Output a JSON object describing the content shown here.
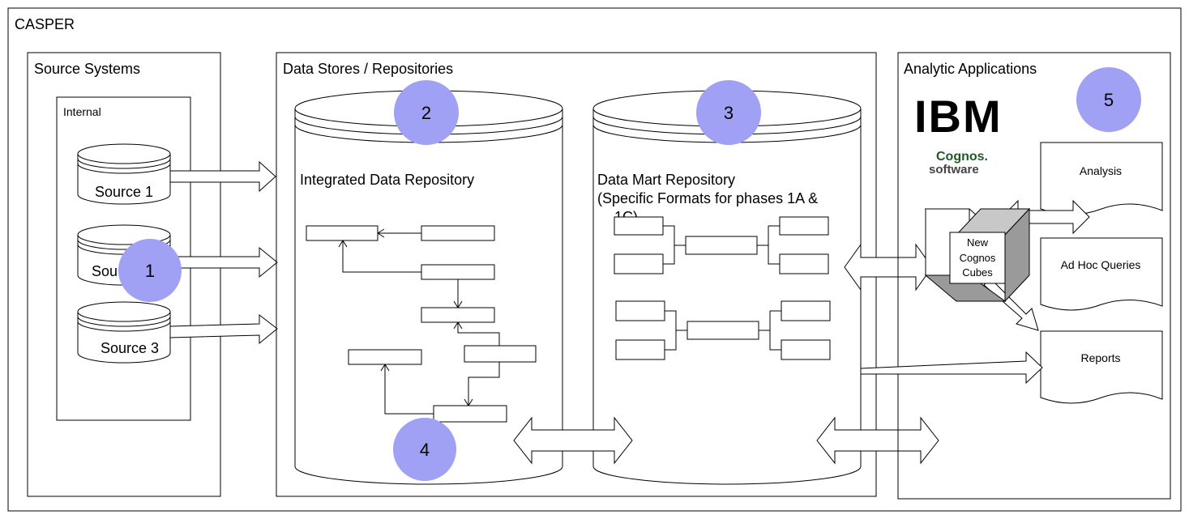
{
  "title": "CASPER",
  "sections": {
    "source_systems": "Source Systems",
    "internal": "Internal",
    "data_stores": "Data Stores / Repositories",
    "analytic_apps": "Analytic Applications"
  },
  "sources": [
    "Source 1",
    "Sou",
    "Source 3"
  ],
  "repositories": {
    "integrated": "Integrated Data Repository",
    "data_mart_line1": "Data Mart Repository",
    "data_mart_line2": "(Specific Formats for phases 1A &",
    "data_mart_line3": "1C)"
  },
  "markers": [
    "1",
    "2",
    "3",
    "4",
    "5"
  ],
  "logos": {
    "ibm": "IBM",
    "cognos": "Cognos.",
    "software": "software"
  },
  "cubes": [
    "New",
    "Cognos",
    "Cubes"
  ],
  "outputs": [
    "Analysis",
    "Ad Hoc Queries",
    "Reports"
  ],
  "colors": {
    "marker": "#a0a0f5",
    "ibm_blue": "#1f3a8a",
    "cognos_green": "#1e5a2a",
    "cube_side": "#9a9a9a",
    "cube_top": "#c8c8c8"
  }
}
